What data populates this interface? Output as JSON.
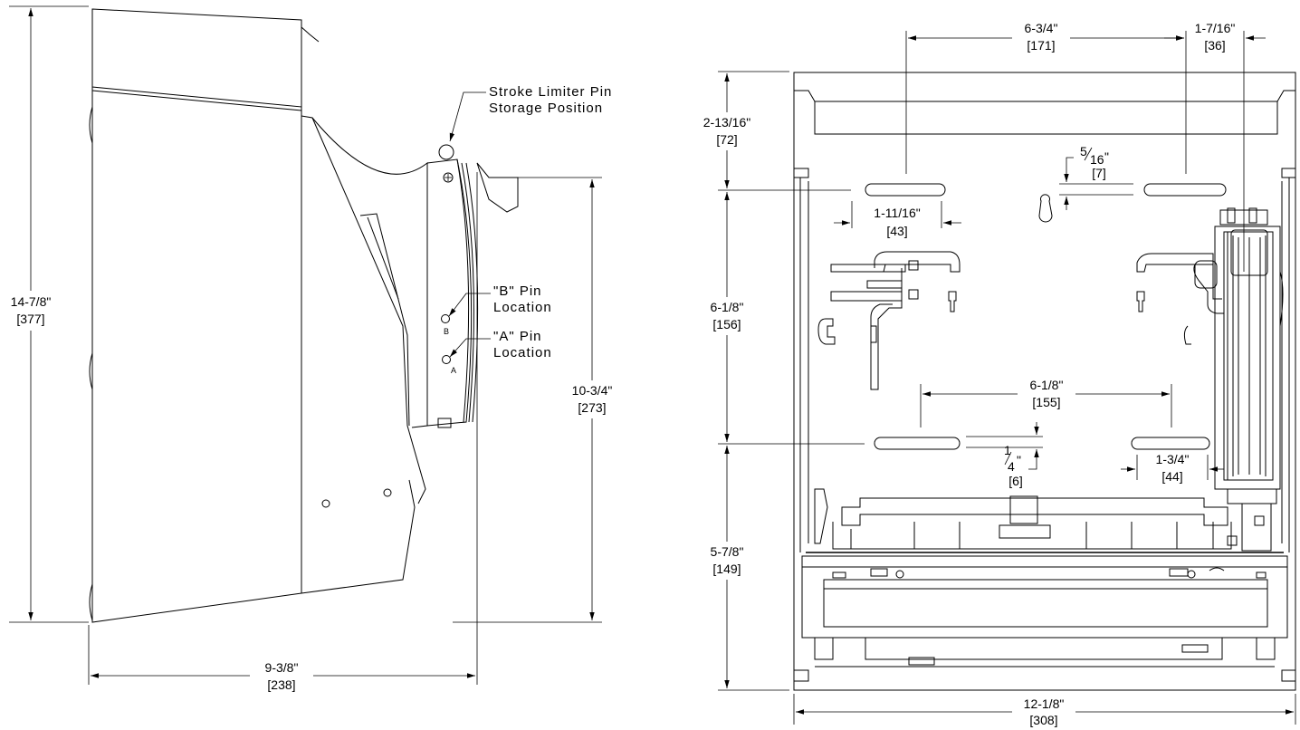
{
  "side_view": {
    "dim_height": {
      "imperial": "14-7/8\"",
      "metric": "[377]"
    },
    "dim_mount_height": {
      "imperial": "10-3/4\"",
      "metric": "[273]"
    },
    "dim_depth": {
      "imperial": "9-3/8\"",
      "metric": "[238]"
    },
    "note_stroke_limiter": {
      "line1": "Stroke Limiter Pin",
      "line2": "Storage Position"
    },
    "note_b_pin": {
      "line1": "\"B\" Pin",
      "line2": "Location"
    },
    "note_a_pin": {
      "line1": "\"A\" Pin",
      "line2": "Location"
    },
    "label_b": "B",
    "label_a": "A"
  },
  "front_view": {
    "dim_slot_spacing_top": {
      "imperial": "6-3/4\"",
      "metric": "[171]"
    },
    "dim_right_offset": {
      "imperial": "1-7/16\"",
      "metric": "[36]"
    },
    "dim_top_section": {
      "imperial": "2-13/16\"",
      "metric": "[72]"
    },
    "dim_keyhole_offset": {
      "num": "5",
      "den": "16",
      "unit": "\"",
      "metric": "[7]"
    },
    "dim_slot_length_top": {
      "imperial": "1-11/16\"",
      "metric": "[43]"
    },
    "dim_middle_section": {
      "imperial": "6-1/8\"",
      "metric": "[156]"
    },
    "dim_slot_spacing_bottom": {
      "imperial": "6-1/8\"",
      "metric": "[155]"
    },
    "dim_slot_offset_bottom": {
      "num": "1",
      "den": "4",
      "unit": "\"",
      "metric": "[6]"
    },
    "dim_slot_length_bottom": {
      "imperial": "1-3/4\"",
      "metric": "[44]"
    },
    "dim_bottom_section": {
      "imperial": "5-7/8\"",
      "metric": "[149]"
    },
    "dim_width": {
      "imperial": "12-1/8\"",
      "metric": "[308]"
    }
  }
}
